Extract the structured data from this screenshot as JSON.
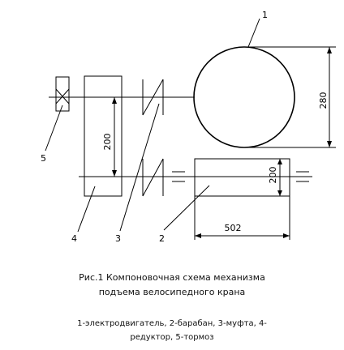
{
  "labels": {
    "drum_callout": "1",
    "gearbox_callout": "2",
    "coupling_callout": "3",
    "motor_callout": "4",
    "brake_callout": "5"
  },
  "dimensions": {
    "drum_diameter": "280",
    "motor_block": "200",
    "gearbox_height": "200",
    "gearbox_length": "502"
  },
  "caption": {
    "line1": "Рис.1 Компоновочная схема механизма",
    "line2": "подъема велосипедного крана"
  },
  "legend": {
    "line1": "1-электродвигатель, 2-барабан, 3-муфта, 4-",
    "line2": "редуктор, 5-тормоз"
  }
}
